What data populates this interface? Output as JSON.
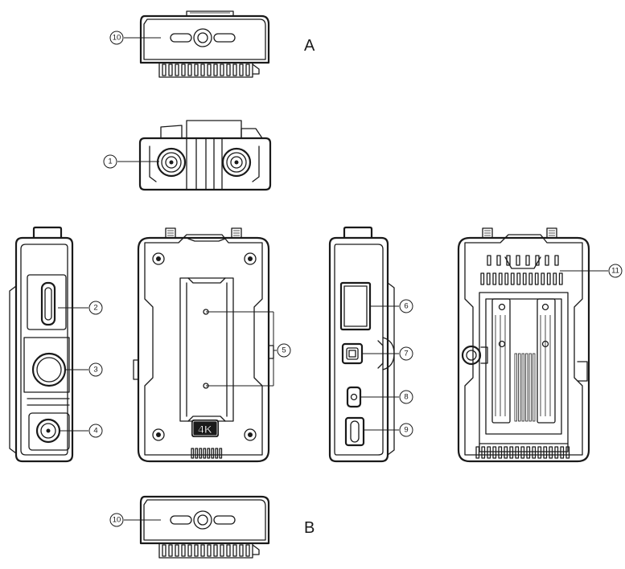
{
  "views": {
    "top_label": "A",
    "bottom_label": "B"
  },
  "badge": {
    "text": "4K"
  },
  "callouts": {
    "c1": "1",
    "c2": "2",
    "c3": "3",
    "c4": "4",
    "c5": "5",
    "c6": "6",
    "c7": "7",
    "c8": "8",
    "c9": "9",
    "c10a": "10",
    "c10b": "10",
    "c11": "11"
  }
}
